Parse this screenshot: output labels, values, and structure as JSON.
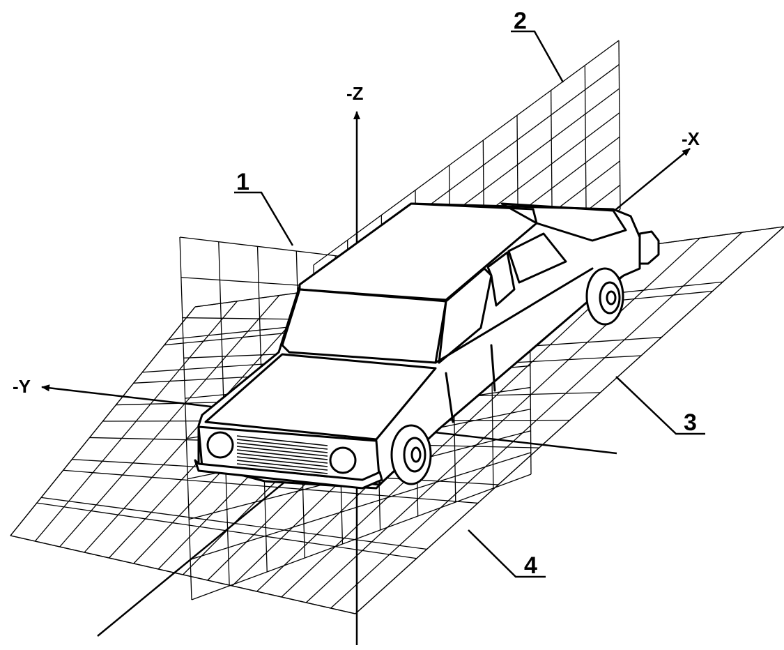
{
  "diagram": {
    "labels": {
      "plane_1": "1",
      "plane_2": "2",
      "plane_3": "3",
      "plane_4": "4"
    },
    "axes": {
      "z": "-Z",
      "x": "-X",
      "y": "-Y"
    },
    "colors": {
      "line": "#000000",
      "background": "#ffffff"
    }
  }
}
